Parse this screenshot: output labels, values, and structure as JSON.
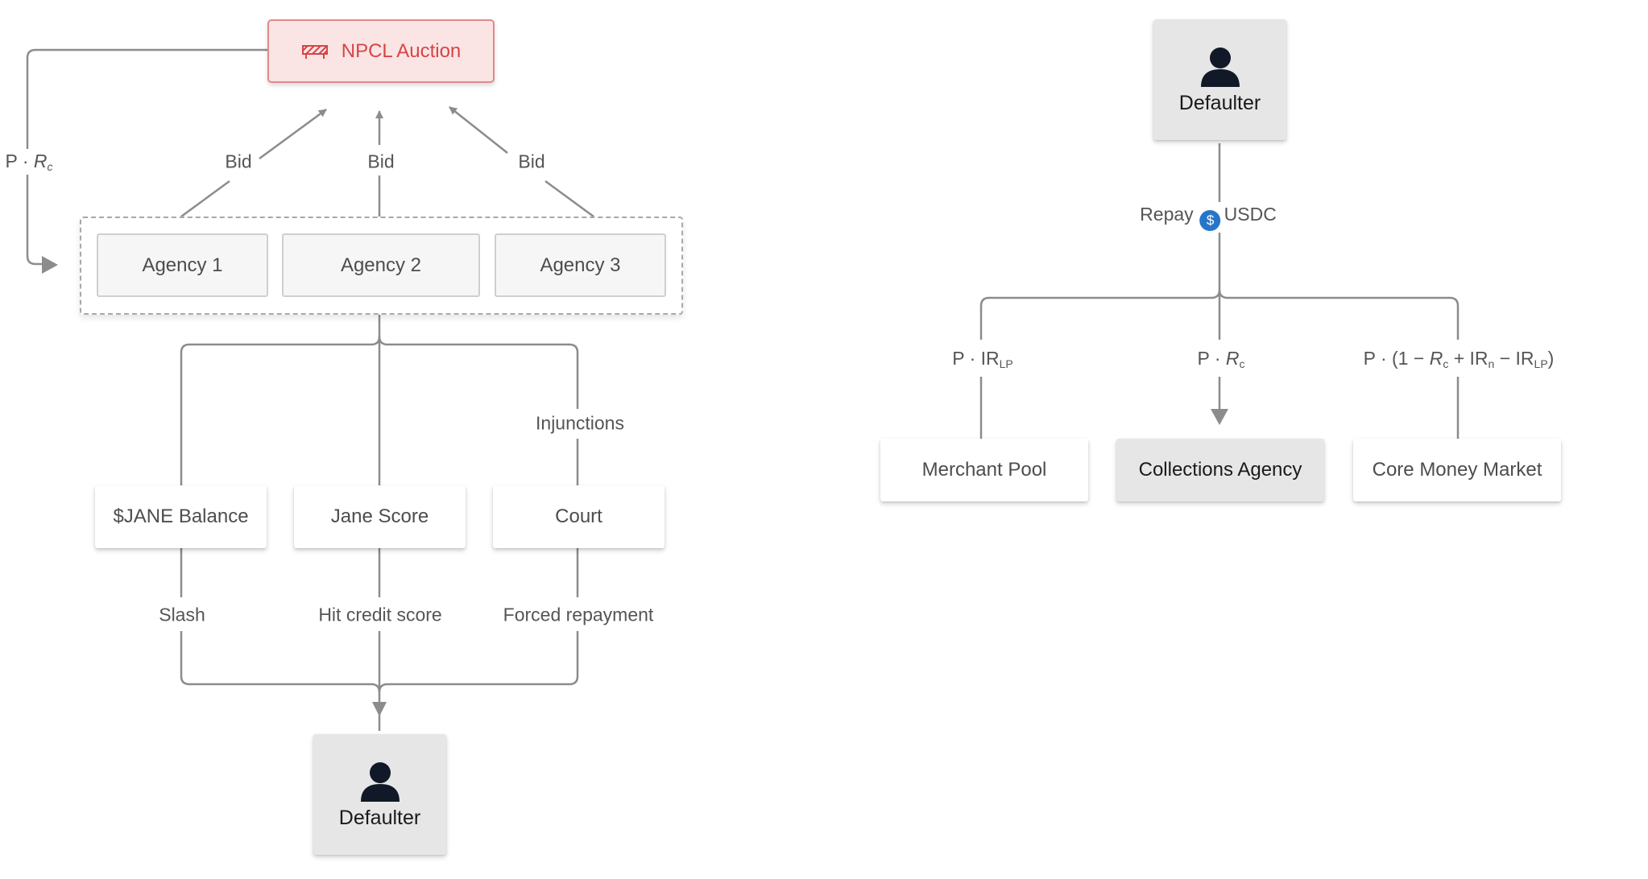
{
  "left": {
    "auction": {
      "label": "NPCL Auction",
      "icon": "barrier-icon"
    },
    "loop_label": {
      "prefix": "P · ",
      "var": "R",
      "sub": "c"
    },
    "bid_label": "Bid",
    "agencies": [
      "Agency 1",
      "Agency 2",
      "Agency 3"
    ],
    "injunctions_label": "Injunctions",
    "consequences": [
      "$JANE Balance",
      "Jane Score",
      "Court"
    ],
    "outcomes": [
      "Slash",
      "Hit credit score",
      "Forced repayment"
    ],
    "defaulter_label": "Defaulter"
  },
  "right": {
    "defaulter_label": "Defaulter",
    "repay_label": "Repay",
    "currency_label": "USDC",
    "split_labels": {
      "merchant": {
        "prefix": "P · IR",
        "sub": "LP"
      },
      "collections": {
        "prefix": "P · ",
        "var": "R",
        "sub": "c"
      },
      "core": {
        "p1": "P · (1 − ",
        "var1": "R",
        "sub1": "c",
        "p2": " + IR",
        "sub2": "n",
        "p3": " − IR",
        "sub3": "LP",
        "p4": ")"
      }
    },
    "destinations": [
      "Merchant Pool",
      "Collections Agency",
      "Core Money Market"
    ]
  },
  "colors": {
    "line": "#8c8c8c",
    "auction_fill": "#fbe4e4",
    "auction_border": "#e08a8a",
    "auction_text": "#d64545",
    "usdc": "#2775ca",
    "person_icon": "#111827"
  }
}
